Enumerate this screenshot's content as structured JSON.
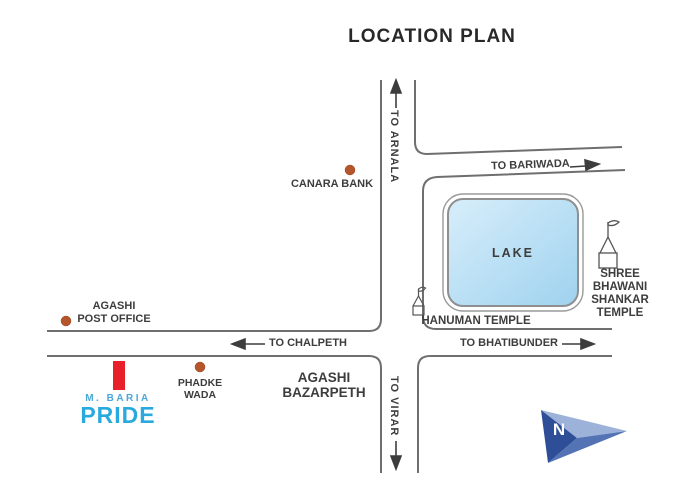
{
  "title": "LOCATION PLAN",
  "roads": {
    "arnala_label": "TO ARNALA",
    "virar_label": "TO VIRAR",
    "bariwada_label": "TO BARIWADA",
    "chalpeth_label": "TO CHALPETH",
    "bhatibunder_label": "TO BHATIBUNDER"
  },
  "landmarks": {
    "canara_bank": "CANARA BANK",
    "agashi_post_office": "AGASHI\nPOST OFFICE",
    "phadke_wada": "PHADKE\nWADA",
    "hanuman_temple": "HANUMAN TEMPLE",
    "shree_temple": "SHREE\nBHAWANI\nSHANKAR\nTEMPLE",
    "agashi_bazarpeth": "AGASHI\nBAZARPETH",
    "lake": "LAKE"
  },
  "project": {
    "brand": "M. BARIA",
    "name": "PRIDE"
  },
  "compass": {
    "north": "N"
  },
  "colors": {
    "road": "#6f6f6f",
    "label_text": "#3d3d3d",
    "lake_fill_start": "#d7eefa",
    "lake_fill_end": "#9fd2ef",
    "landmark_dot": "#b5552b",
    "brand_marker_red": "#e8202a",
    "brand_blue": "#2aa9de",
    "compass_dark": "#2e4f97",
    "compass_light": "#9db2d8",
    "compass_mid": "#5473b5"
  }
}
